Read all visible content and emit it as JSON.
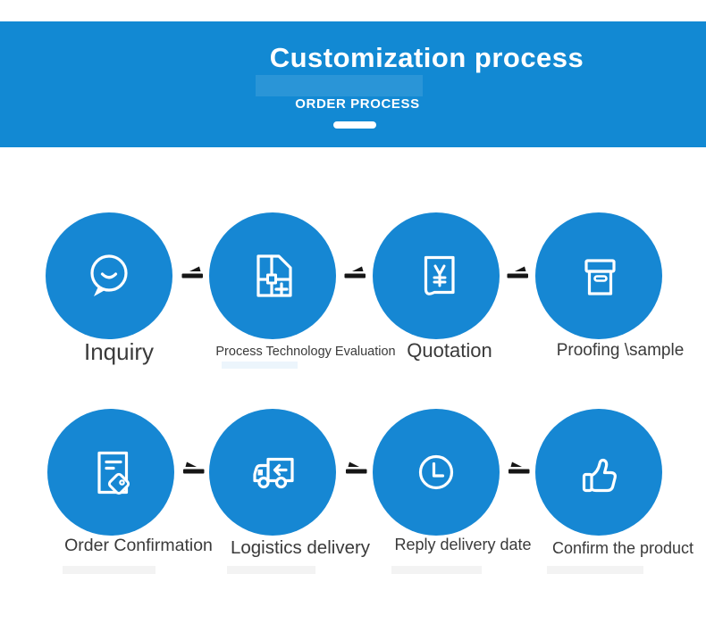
{
  "header": {
    "title": "Customization process",
    "subtitle": "ORDER PROCESS"
  },
  "steps": [
    {
      "label": "Inquiry",
      "icon": "chat-smile-icon"
    },
    {
      "label": "Process Technology Evaluation",
      "icon": "blueprint-icon"
    },
    {
      "label": "Quotation",
      "icon": "price-book-icon"
    },
    {
      "label": "Proofing \\sample",
      "icon": "sample-box-icon"
    },
    {
      "label": "Order Confirmation",
      "icon": "document-tag-icon"
    },
    {
      "label": "Logistics delivery",
      "icon": "delivery-truck-icon"
    },
    {
      "label": "Reply delivery date",
      "icon": "clock-icon"
    },
    {
      "label": "Confirm the product",
      "icon": "thumbs-up-icon"
    }
  ],
  "colors": {
    "banner_blue": "#1289d3",
    "circle_blue": "#1687d3",
    "label_text": "#3a3a3a",
    "arrow_black": "#161616",
    "background": "#ffffff"
  }
}
